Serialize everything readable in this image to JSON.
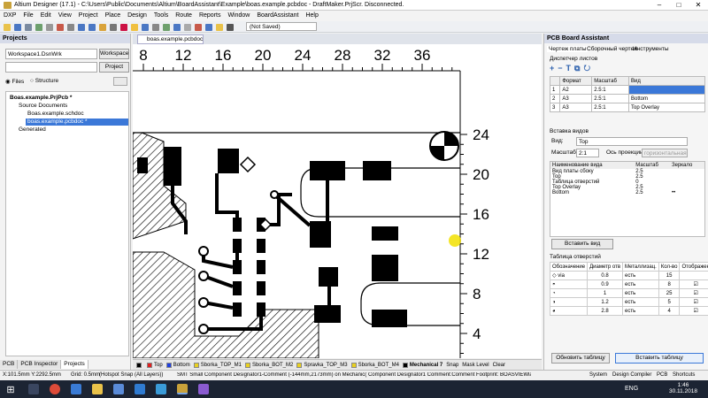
{
  "app": {
    "title": "Altium Designer (17.1) - C:\\Users\\Public\\Documents\\Altium\\BoardAssistant\\Example\\boas.example.pcbdoc - DraftMaker.PrjScr. Disconnected.",
    "colors": {
      "accent": "#2b5fad",
      "titlebar": "#ffffff",
      "board": "#000000",
      "cursor": "#f2e000"
    }
  },
  "menu": [
    "DXP",
    "File",
    "Edit",
    "View",
    "Project",
    "Place",
    "Design",
    "Tools",
    "Route",
    "Reports",
    "Window",
    "BoardAssistant",
    "Help"
  ],
  "toolbar": {
    "view_combo": "(Not Saved)"
  },
  "projects": {
    "title": "Projects",
    "workspace": "Workspace1.DsnWrk",
    "workspace_btn": "Workspace",
    "project_btn": "Project",
    "files": "Files",
    "structure": "Structure",
    "tree": [
      "Boas.example.PrjPcb *",
      "Source Documents",
      "Boas.example.schdoc",
      "boas.example.pcbdoc *",
      "Generated"
    ],
    "tabs": [
      "PCB",
      "PCB Inspector",
      "Projects"
    ]
  },
  "document": {
    "tab": "boas.example.pcbdoc *",
    "ruler_top": [
      "8",
      "12",
      "16",
      "20",
      "24",
      "28",
      "32",
      "36"
    ],
    "ruler_right": [
      "24",
      "20",
      "16",
      "12",
      "8",
      "4"
    ]
  },
  "layers": [
    "Top",
    "Bottom",
    "Sborka_TOP_M1",
    "Sborka_BOT_M2",
    "Spravka_TOP_M3",
    "Sborka_BOT_M4",
    "Mechanical 7",
    "Snap",
    "Mask Level",
    "Clear"
  ],
  "assistant": {
    "title": "PCB Board Assistant",
    "tabs": [
      "Чертеж платы",
      "Сборочный чертеж",
      "Инструменты"
    ],
    "sheets_title": "Диспетчер листов",
    "sheets_head": [
      "",
      "Формат",
      "Масштаб",
      "Вид"
    ],
    "sheets": [
      [
        "1",
        "A2",
        "2.5:1",
        ""
      ],
      [
        "2",
        "A3",
        "2.5:1",
        "Bottom"
      ],
      [
        "3",
        "A3",
        "2.5:1",
        "Top Overlay"
      ]
    ],
    "insert_title": "Вставка видов",
    "view_label": "Вид:",
    "view_value": "Top",
    "scale_label": "Масштаб:",
    "scale_value": "2:1",
    "axis_label": "Ось проекции:",
    "axis_value": "горизонтальная",
    "views_head": [
      "Наименование вида",
      "Масштаб",
      "Зеркало"
    ],
    "views": [
      [
        "Вид платы сбоку",
        "2.5",
        ""
      ],
      [
        "Top",
        "2.5",
        ""
      ],
      [
        "Таблица отверстий",
        "0",
        ""
      ],
      [
        "Top Overlay",
        "2.5",
        ""
      ],
      [
        "Bottom",
        "2.5",
        "••"
      ]
    ],
    "insert_btn": "Вставить вид",
    "holes_title": "Таблица отверстий",
    "holes_head": [
      "Обозначение",
      "Диаметр отв",
      "Металлизац.",
      "Кол-во",
      "Отображен"
    ],
    "holes": [
      [
        "via",
        "0.8",
        "есть",
        "15"
      ],
      [
        "",
        "0.9",
        "есть",
        "8"
      ],
      [
        "",
        "1",
        "есть",
        "25"
      ],
      [
        "",
        "1.2",
        "есть",
        "5"
      ],
      [
        "",
        "2.8",
        "есть",
        "4"
      ]
    ],
    "update_btn": "Обновить таблицу",
    "paste_btn": "Вставить таблицу"
  },
  "status": {
    "coords": "X:101.5mm Y:2292.5mm",
    "grid": "Grid: 0.5mm",
    "hotspot": "(Hotspot Snap (All Layers))",
    "info": "SMT Small Component Designator1-Comment (-144mm,2173mm) on Mechanic( Component Designator1 Comment:Comment Footprint: BOASVIEWlayerTop;2.5:1:1",
    "tabs": [
      "System",
      "Design Compiler",
      "PCB",
      "Shortcuts"
    ]
  },
  "taskbar": {
    "lang": "ENG",
    "time": "1:46",
    "date": "30.11.2018"
  }
}
